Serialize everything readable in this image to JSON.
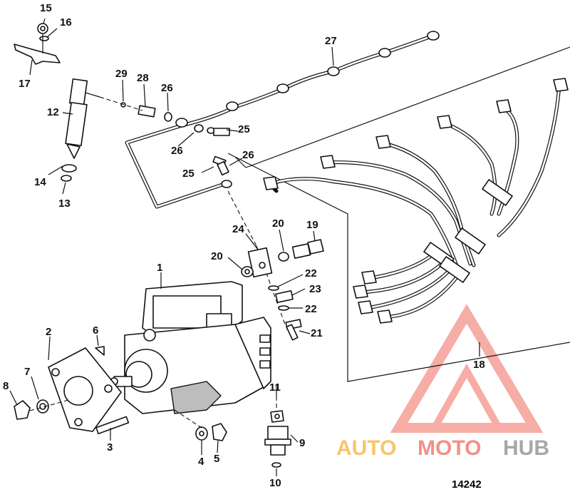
{
  "diagram": {
    "figure_number": "14242",
    "callouts": {
      "c1": "1",
      "c2": "2",
      "c3": "3",
      "c4": "4",
      "c5": "5",
      "c6": "6",
      "c7": "7",
      "c8": "8",
      "c9": "9",
      "c10": "10",
      "c11": "11",
      "c12": "12",
      "c13": "13",
      "c14": "14",
      "c15": "15",
      "c16": "16",
      "c17": "17",
      "c18": "18",
      "c19": "19",
      "c20a": "20",
      "c20b": "20",
      "c21": "21",
      "c22a": "22",
      "c22b": "22",
      "c23": "23",
      "c24": "24",
      "c25a": "25",
      "c25b": "25",
      "c26a": "26",
      "c26b": "26",
      "c26c": "26",
      "c27": "27",
      "c28": "28",
      "c29": "29"
    }
  },
  "watermark": {
    "part1": "AUTO",
    "part2": "MOTO",
    "part3": "HUB",
    "color_primary": "#f2b33d",
    "color_secondary": "#ef6b5e",
    "color_tertiary": "#8a8a8a"
  }
}
